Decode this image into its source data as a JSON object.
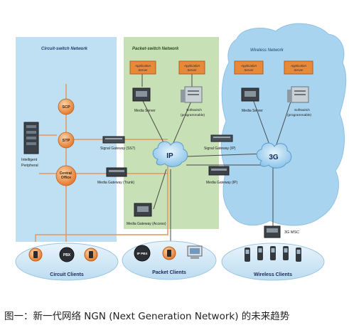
{
  "zones": {
    "circuit": "Circuit-switch Network",
    "packet": "Packet-switch Network",
    "wireless": "Wireless Network"
  },
  "nodes": {
    "scp": "SCP",
    "stp": "STP",
    "central_office": "Central Office",
    "intelligent_peripheral": "Intelligent Peripheral",
    "app_server": "Application Server",
    "media_server": "Media Server",
    "softswitch": "Softswitch (programmable)",
    "signal_gateway_ss7": "Signal Gateway (SS7)",
    "signal_gateway_ip": "Signal Gateway (IP)",
    "media_gateway_trunk": "Media Gateway (Trunk)",
    "media_gateway_ip": "Media Gateway (IP)",
    "media_gateway_access": "Media Gateway (Access)",
    "ip_cloud": "IP",
    "g3_cloud": "3G",
    "msc": "3G MSC",
    "pbx": "PBX",
    "ip_pbx": "IP PBX"
  },
  "clients": {
    "circuit": "Circuit Clients",
    "packet": "Packet Clients",
    "wireless": "Wireless Clients"
  },
  "caption": "图一：新一代网络 NGN (Next Generation Network) 的未来趋势",
  "colors": {
    "circuit_zone": "#bfe0f2",
    "packet_zone": "#c8e0b6",
    "wireless_cloud": "#a8d4f0",
    "app_server_box": "#e8893a",
    "client_oval": "#cfe6f4",
    "orange_link": "#e8955a"
  }
}
